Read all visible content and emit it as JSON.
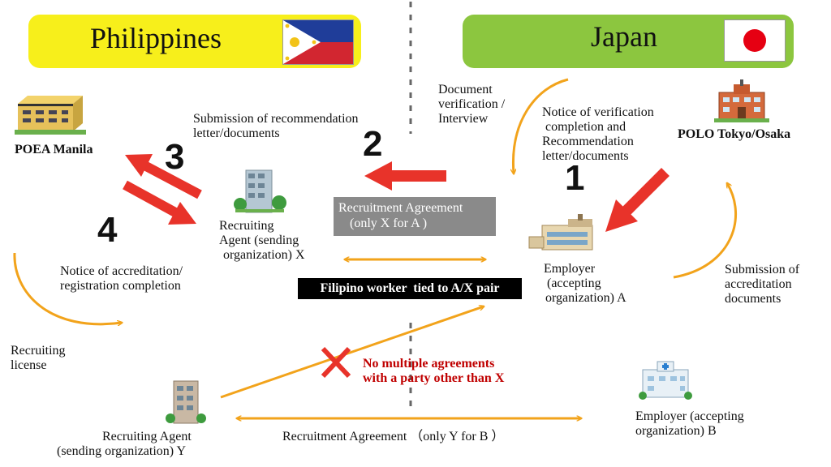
{
  "header": {
    "philippines": "Philippines",
    "japan": "Japan"
  },
  "orgs": {
    "poea": "POEA Manila",
    "polo": "POLO Tokyo/Osaka",
    "agent_x": [
      "Recruiting",
      "Agent (sending",
      "organization) X"
    ],
    "employer_a": [
      "Employer",
      "(accepting",
      "organization) A"
    ],
    "agent_y": [
      "Recruiting Agent",
      "(sending organization) Y"
    ],
    "employer_b": [
      "Employer (accepting",
      "organization) B"
    ]
  },
  "steps": {
    "n1": "1",
    "n2": "2",
    "n3": "3",
    "n4": "4"
  },
  "labels": {
    "submission_rec": [
      "Submission of recommendation",
      "letter/documents"
    ],
    "doc_verification": [
      "Document",
      "verification /",
      "Interview"
    ],
    "notice_verification": [
      "Notice of verification",
      "completion and",
      "Recommendation",
      "letter/documents"
    ],
    "notice_accreditation": [
      "Notice of accreditation/",
      "registration completion"
    ],
    "recruiting_license": [
      "Recruiting",
      "license"
    ],
    "submission_accreditation": [
      "Submission of",
      "accreditation",
      "documents"
    ],
    "ra_x_a": [
      "Recruitment Agreement",
      "(only X for A )"
    ],
    "filipino_worker": "Filipino worker  tied to A/X pair",
    "no_multiple": [
      "No multiple agreements",
      "with a party other than X"
    ],
    "ra_y_b": "Recruitment Agreement  （only Y for B ）"
  },
  "colors": {
    "philippines_header": "#f7ef1b",
    "japan_header": "#8cc63f",
    "flow_arrow": "#f2a31b",
    "step_arrow": "#e8332a",
    "prohibition": "#c00000"
  },
  "icons": [
    "building-icon",
    "office-building-icon",
    "factory-icon",
    "school-building-icon",
    "hospital-icon",
    "cross-mark-icon",
    "philippines-flag-icon",
    "japan-flag-icon"
  ]
}
